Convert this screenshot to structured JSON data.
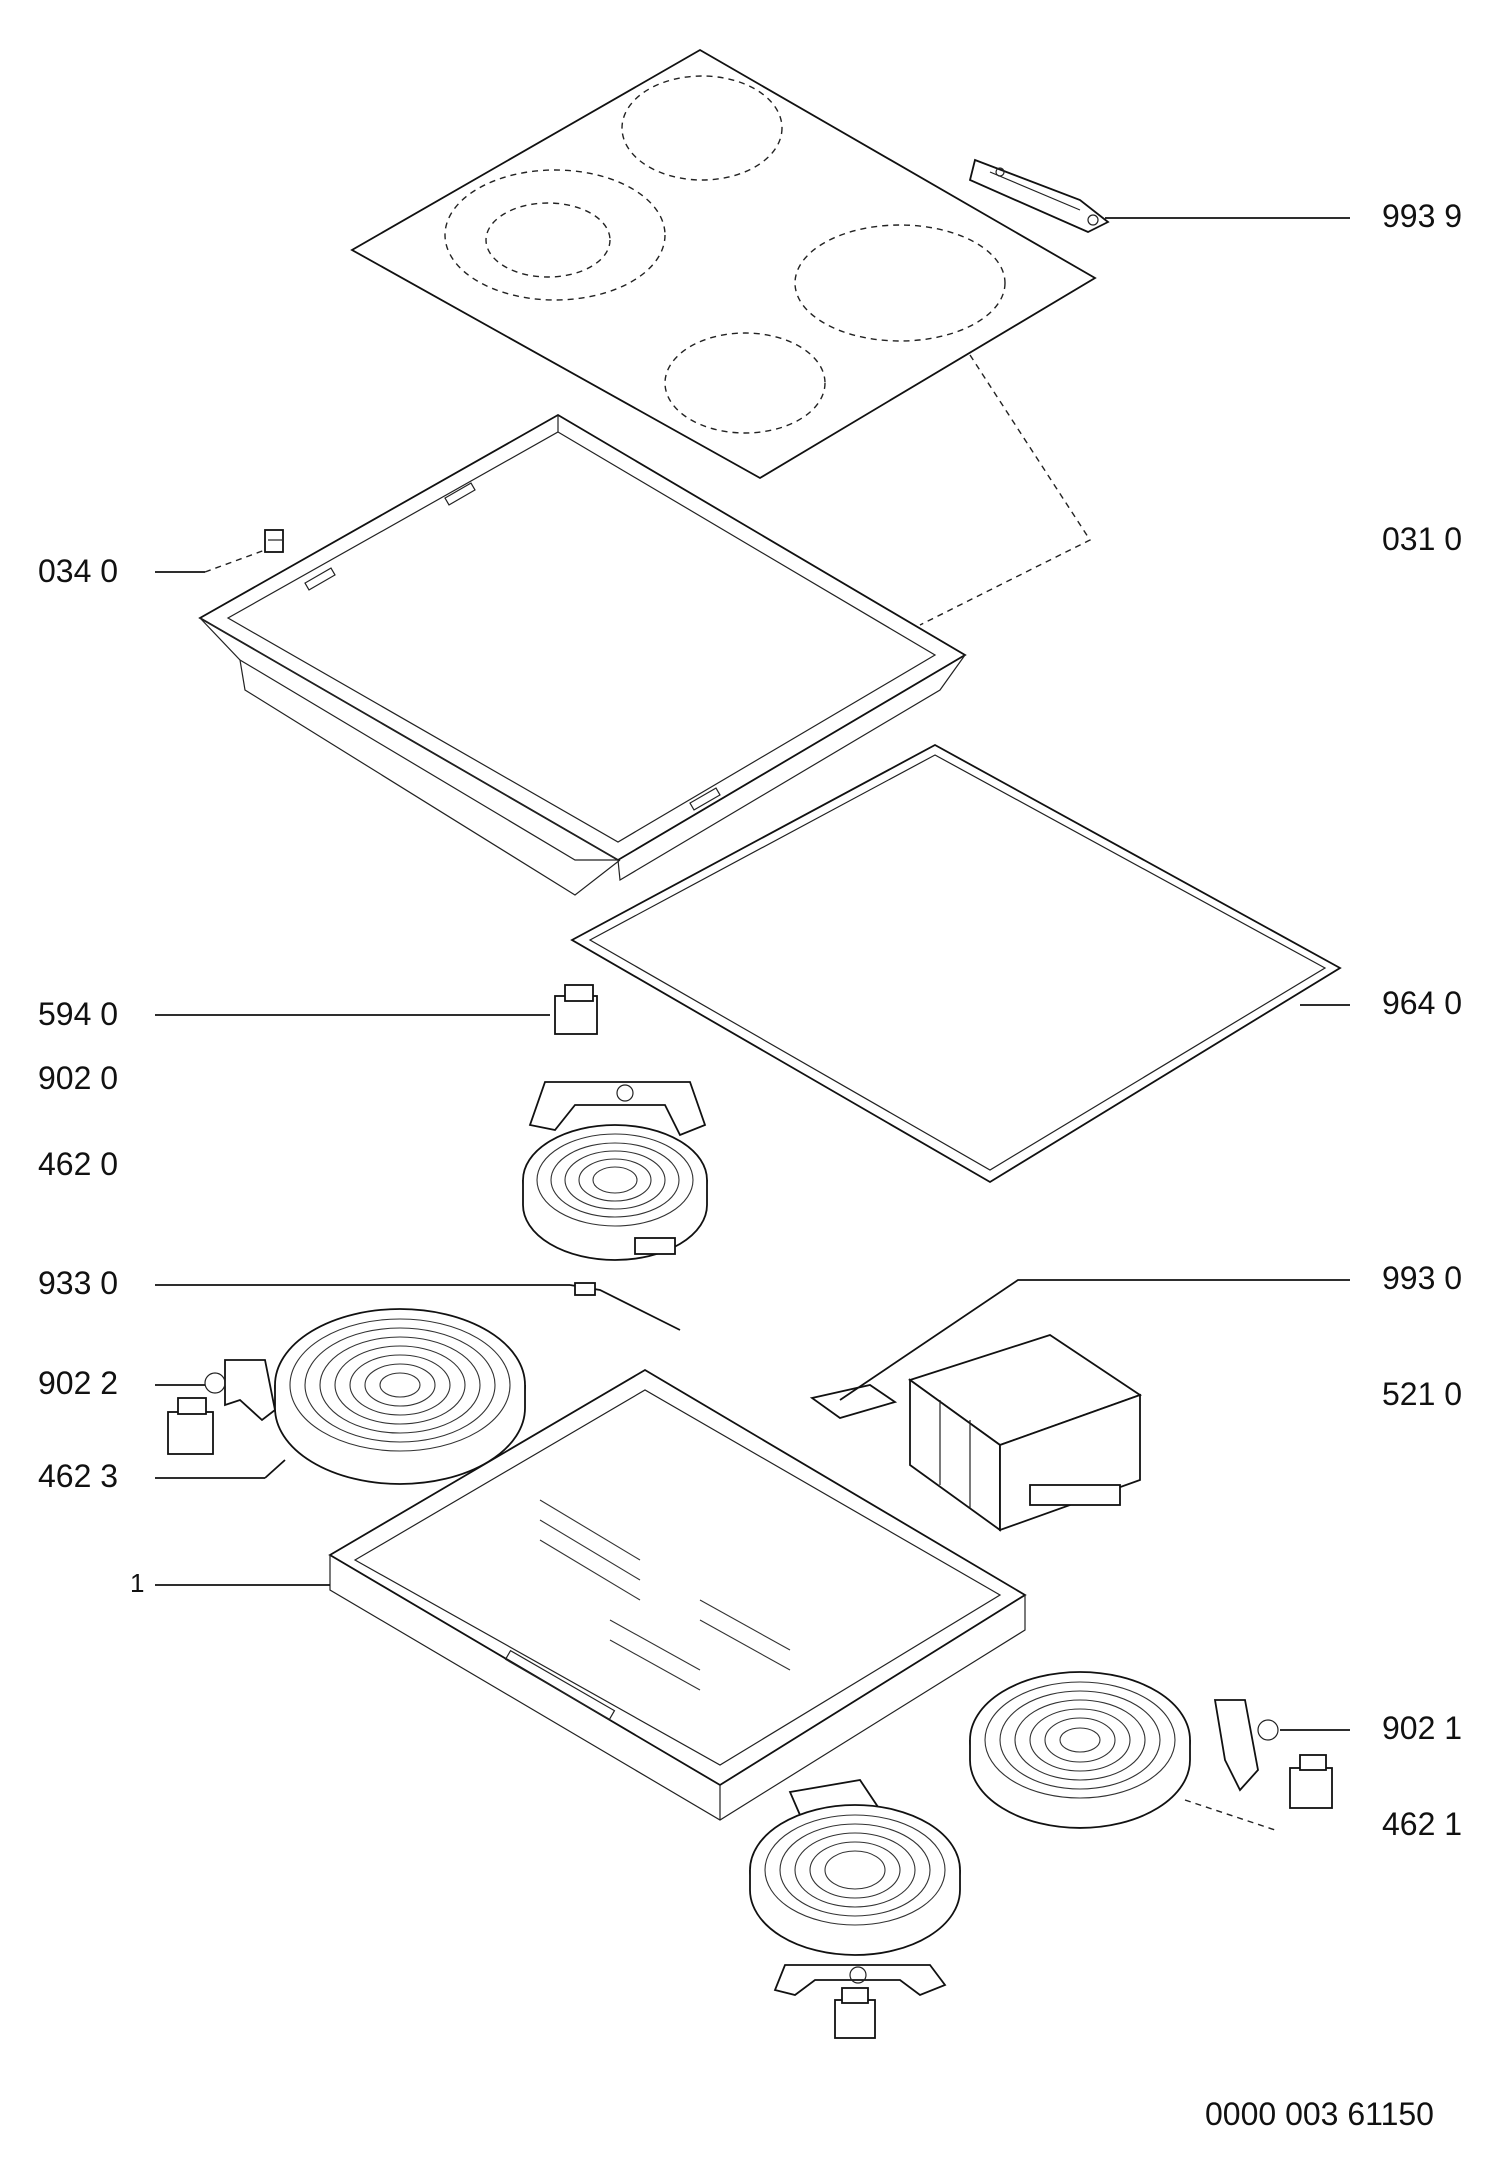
{
  "labels": {
    "l9939": "993 9",
    "l0340": "034 0",
    "l0310": "031 0",
    "l5940": "594 0",
    "l9020": "902 0",
    "l4620": "462 0",
    "l9640": "964 0",
    "l9330": "933 0",
    "l9930": "993 0",
    "l9022": "902 2",
    "l5210": "521 0",
    "l4623": "462 3",
    "l1": "1",
    "l9021": "902 1",
    "l4621": "462 1"
  },
  "drawing_number": "0000 003 61150"
}
